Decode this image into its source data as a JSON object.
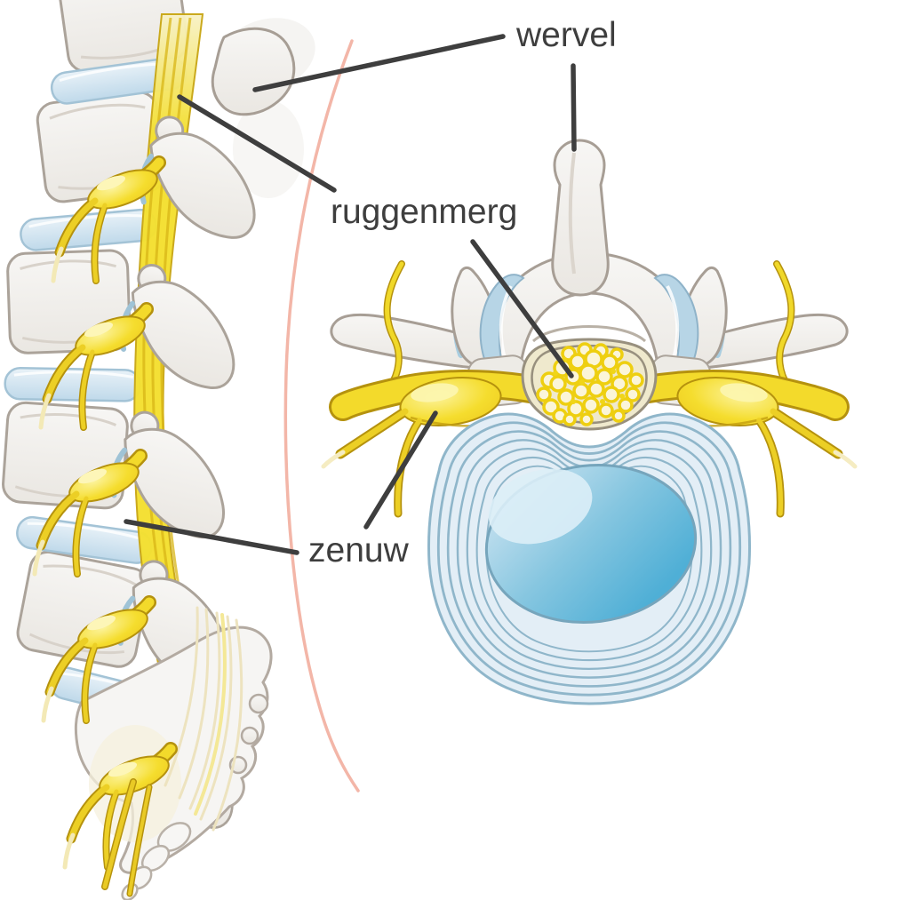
{
  "figure": {
    "labels": {
      "wervel": "wervel",
      "ruggenmerg": "ruggenmerg",
      "zenuw": "zenuw"
    },
    "views": {
      "left": "lateral-spine-view",
      "right": "axial-vertebra-view"
    },
    "colors": {
      "background": "#ffffff",
      "label_text": "#3e3e3e",
      "leader_line": "#3e3e3e",
      "bone_fill": "#f2f1ee",
      "bone_outline": "#a79e95",
      "disc_blue": "#c9dfee",
      "disc_ring": "#a3c6d9",
      "nucleus_blue": "#4fafd6",
      "nerve_yellow": "#f3da2b",
      "nerve_outline": "#b5920e",
      "cord_dot_fill": "#fbf5d8",
      "cord_dot_ring": "#eecf10",
      "canal_olive": "#6b6547",
      "body_contour_pink": "#f3b6a8"
    }
  }
}
